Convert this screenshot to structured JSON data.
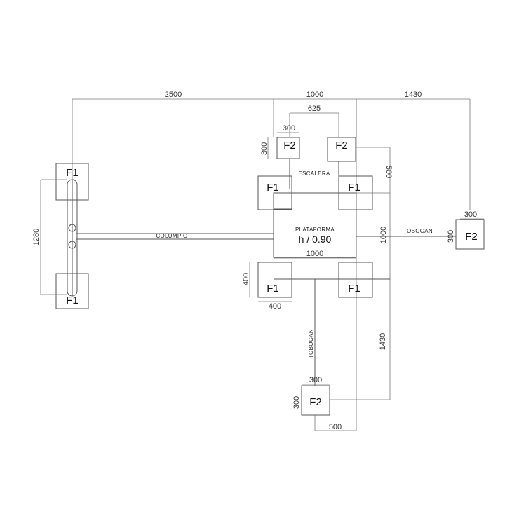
{
  "footings": {
    "f1": "F1",
    "f2": "F2"
  },
  "labels": {
    "escalera": "ESCALERA",
    "plataforma": "PLATAFORMA",
    "height": "h / 0.90",
    "columpio": "COLUMPIO",
    "tobogan_right": "TOBOGAN",
    "tobogan_bottom": "TOBOGAN"
  },
  "dimensions": {
    "top_left_span": "2500",
    "top_mid_span": "1000",
    "top_right_span": "1430",
    "stair_span": "625",
    "stair_footing_width": "300",
    "stair_footing_height": "300",
    "swing_span": "1280",
    "stair_length": "500",
    "platform_width": "1000",
    "platform_side": "1000",
    "right_footing_width": "300",
    "right_footing_height": "300",
    "footing_height": "400",
    "footing_width": "400",
    "bottom_slide_length": "1430",
    "bottom_footing_width": "300",
    "bottom_footing_height": "300",
    "bottom_offset": "500"
  }
}
